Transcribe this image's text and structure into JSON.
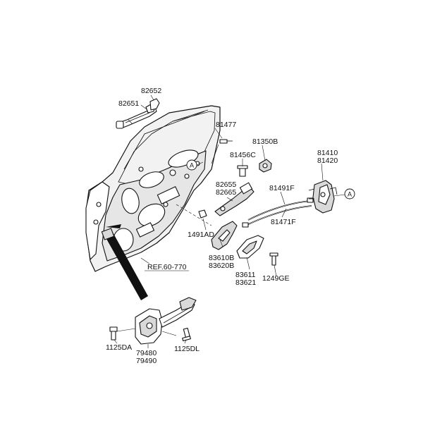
{
  "labels": {
    "p82652": "82652",
    "p82651": "82651",
    "p81477": "81477",
    "p81350B": "81350B",
    "p81456C": "81456C",
    "p81410": "81410",
    "p81420": "81420",
    "p82655": "82655",
    "p82665": "82665",
    "p81491F": "81491F",
    "p81471F": "81471F",
    "p1491AD": "1491AD",
    "p83610B": "83610B",
    "p83620B": "83620B",
    "p83611": "83611",
    "p83621": "83621",
    "p1249GE": "1249GE",
    "p1125DA": "1125DA",
    "p79480": "79480",
    "p79490": "79490",
    "p1125DL": "1125DL",
    "ref": "REF.60-770",
    "circleA": "A"
  }
}
